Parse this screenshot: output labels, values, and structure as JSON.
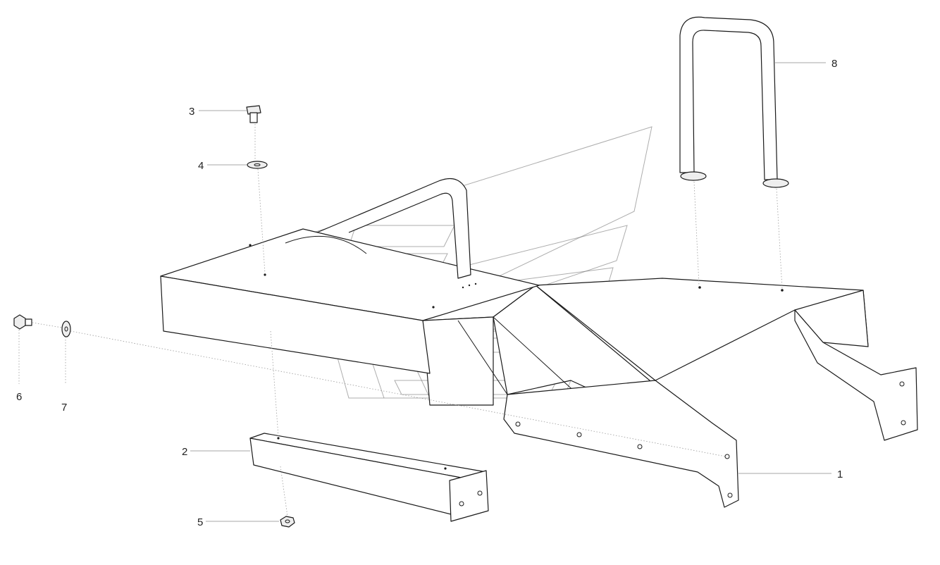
{
  "callouts": [
    {
      "id": "1",
      "label": "1"
    },
    {
      "id": "2",
      "label": "2"
    },
    {
      "id": "3",
      "label": "3"
    },
    {
      "id": "4",
      "label": "4"
    },
    {
      "id": "5",
      "label": "5"
    },
    {
      "id": "6",
      "label": "6"
    },
    {
      "id": "7",
      "label": "7"
    },
    {
      "id": "8",
      "label": "8"
    }
  ],
  "colors": {
    "line": "#1a1a1a",
    "leader": "#8a8a8a",
    "background": "#ffffff"
  }
}
